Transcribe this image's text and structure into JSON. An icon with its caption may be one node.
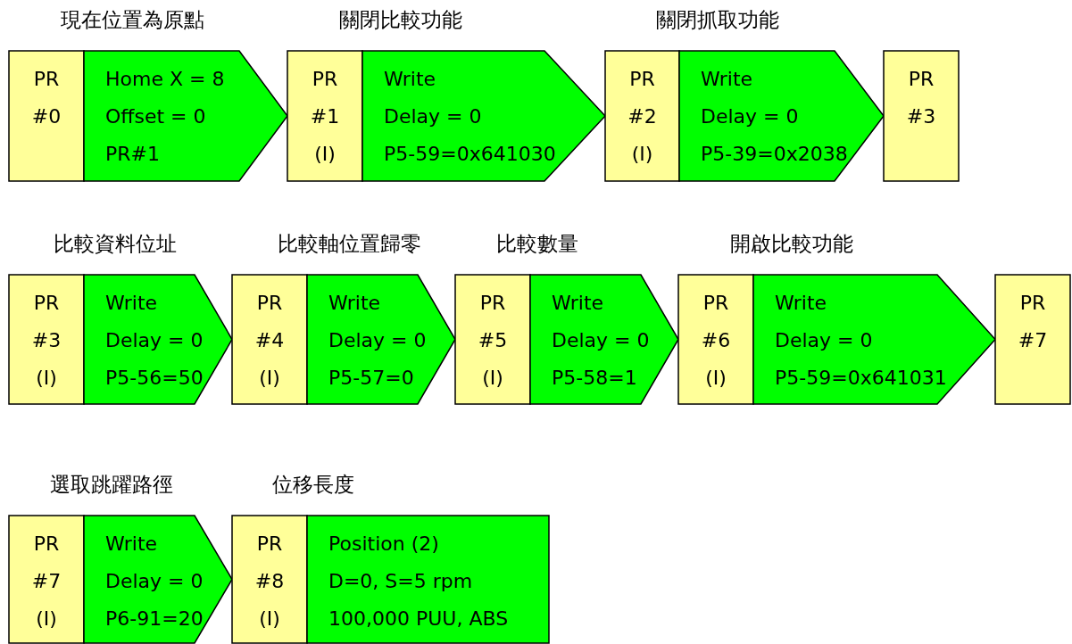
{
  "diagram": {
    "nodes": [
      {
        "text": [
          "PR",
          "#0"
        ],
        "beside": [
          "現在位置為原點"
        ]
      },
      {
        "text": [
          "Home X = 8",
          "Offset = 0",
          "PR#1"
        ]
      },
      {
        "text": [
          "PR",
          "#1",
          "(I)"
        ],
        "beside": [
          "關閉比較功能"
        ]
      },
      {
        "text": [
          "Write",
          "Delay = 0",
          "P5-59=0x641030"
        ]
      },
      {
        "text": [
          "PR",
          "#2",
          "(I)"
        ],
        "beside": [
          "關閉抓取功能"
        ]
      },
      {
        "text": [
          "Write",
          "Delay = 0",
          "P5-39=0x2038"
        ]
      },
      {
        "text": [
          "PR",
          "#3"
        ]
      },
      {
        "text": [
          "PR",
          "#3",
          "(I)"
        ],
        "beside": [
          "比較資料位址"
        ]
      },
      {
        "text": [
          "Write",
          "Delay = 0",
          "P5-56=50"
        ]
      },
      {
        "text": [
          "PR",
          "#4",
          "(I)"
        ],
        "beside": [
          "比較軸位置歸零"
        ]
      },
      {
        "text": [
          "Write",
          "Delay = 0",
          "P5-57=0"
        ]
      },
      {
        "text": [
          "PR",
          "#5",
          "(I)"
        ],
        "beside": [
          "比較數量"
        ]
      },
      {
        "text": [
          "Write",
          "Delay = 0",
          "P5-58=1"
        ]
      },
      {
        "text": [
          "PR",
          "#6",
          "(I)"
        ],
        "beside": [
          "開啟比較功能"
        ]
      },
      {
        "text": [
          "Write",
          "Delay = 0",
          "P5-59=0x641031"
        ]
      },
      {
        "text": [
          "PR",
          "#7"
        ]
      },
      {
        "text": [
          "PR",
          "#7",
          "(I)"
        ],
        "beside": [
          "選取跳躍路徑"
        ]
      },
      {
        "text": [
          "Write",
          "Delay = 0",
          "P6-91=20"
        ]
      },
      {
        "text": [
          "PR",
          "#8",
          "(I)"
        ],
        "beside": [
          "位移長度"
        ]
      },
      {
        "text": [
          "Position (2)",
          "D=0, S=5 rpm",
          "100,000 PUU, ABS"
        ]
      }
    ]
  }
}
